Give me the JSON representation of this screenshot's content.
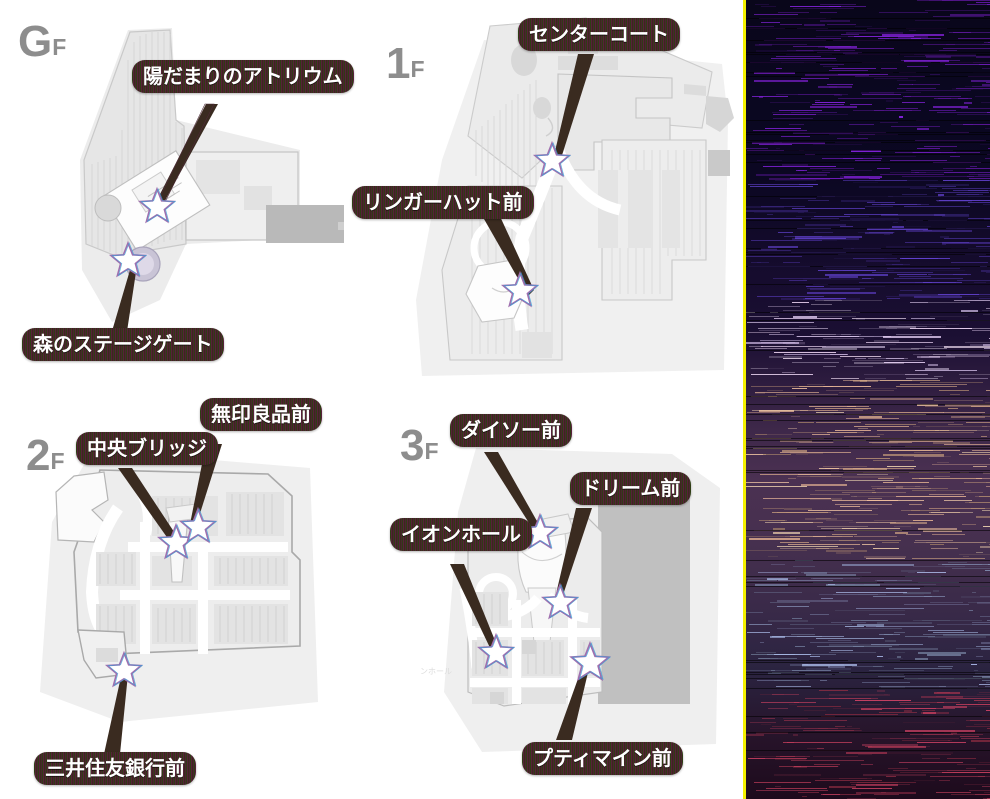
{
  "page": {
    "title": "Floor guide map with landmark callouts",
    "background": "#ffffff",
    "accent_yellow": "#f3f000"
  },
  "floors": [
    {
      "id": "gf",
      "tag_big": "G",
      "tag_small": "F",
      "labels": [
        {
          "name": "atrium",
          "text": "陽だまりのアトリウム"
        },
        {
          "name": "forest-stage-gate",
          "text": "森のステージゲート"
        }
      ]
    },
    {
      "id": "1f",
      "tag_big": "1",
      "tag_small": "F",
      "labels": [
        {
          "name": "center-court",
          "text": "センターコート"
        },
        {
          "name": "ringer-hut-front",
          "text": "リンガーハット前"
        }
      ]
    },
    {
      "id": "2f",
      "tag_big": "2",
      "tag_small": "F",
      "labels": [
        {
          "name": "central-bridge",
          "text": "中央ブリッジ"
        },
        {
          "name": "muji-front",
          "text": "無印良品前"
        },
        {
          "name": "smbc-bank-front",
          "text": "三井住友銀行前"
        }
      ]
    },
    {
      "id": "3f",
      "tag_big": "3",
      "tag_small": "F",
      "labels": [
        {
          "name": "daiso-front",
          "text": "ダイソー前"
        },
        {
          "name": "dream-front",
          "text": "ドリーム前"
        },
        {
          "name": "aeon-hall",
          "text": "イオンホール"
        },
        {
          "name": "petit-main-front",
          "text": "プティマイン前"
        }
      ]
    }
  ],
  "icons": {
    "marker": "star-marker-icon",
    "callout": "callout-badge",
    "leader": "leader-line"
  },
  "noise_panel": {
    "name": "glitch-noise-panel",
    "edge_color": "#f3f000",
    "base_color": "#050310"
  }
}
